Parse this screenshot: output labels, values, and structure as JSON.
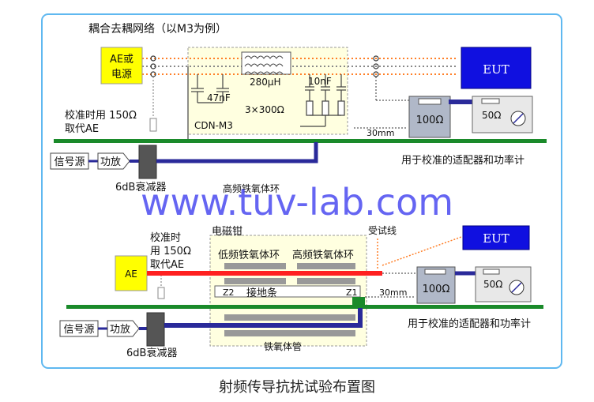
{
  "top": {
    "heading": "耦合去耦网络（以M3为例）",
    "ae_line1": "AE或",
    "ae_line2": "电源",
    "inductor": "280μH",
    "cap_left": "47nF",
    "cap_right": "10nF",
    "resistors": "3×300Ω",
    "cdn": "CDN-M3",
    "cal_line1": "校准时用 150Ω",
    "cal_line2": "取代AE",
    "eut": "EUT",
    "dist": "30mm",
    "r100": "100Ω",
    "r50": "50Ω",
    "signal": "信号源",
    "amp": "功放",
    "atten": "6dB衰减器",
    "adapter": "用于校准的适配器和功率计",
    "ferrite_ring": "高频铁氧体环"
  },
  "bottom": {
    "clamp": "电磁钳",
    "wire": "受试线",
    "cal_line1": "校准时",
    "cal_line2": "用 150Ω",
    "cal_line3": "取代AE",
    "ae": "AE",
    "eut": "EUT",
    "low_ferrite": "低频铁氧体环",
    "high_ferrite": "高频铁氧体环",
    "z2": "Z2",
    "ground_strip": "接地条",
    "z1": "Z1",
    "dist": "30mm",
    "r100": "100Ω",
    "r50": "50Ω",
    "signal": "信号源",
    "amp": "功放",
    "atten": "6dB衰减器",
    "adapter": "用于校准的适配器和功率计",
    "ferrite_tube": "铁氧体管"
  },
  "watermark": "www.tuv-lab.com",
  "caption": "射频传导抗扰试验布置图",
  "colors": {
    "ground": "#1a8a2a",
    "coax": "#2a2a9a",
    "eut": "#1010e0",
    "yellow_box": "#ffff00",
    "clamp_bg": "#ffffe0",
    "watermark": "#4a4af0",
    "frame": "#5fb8f0"
  }
}
